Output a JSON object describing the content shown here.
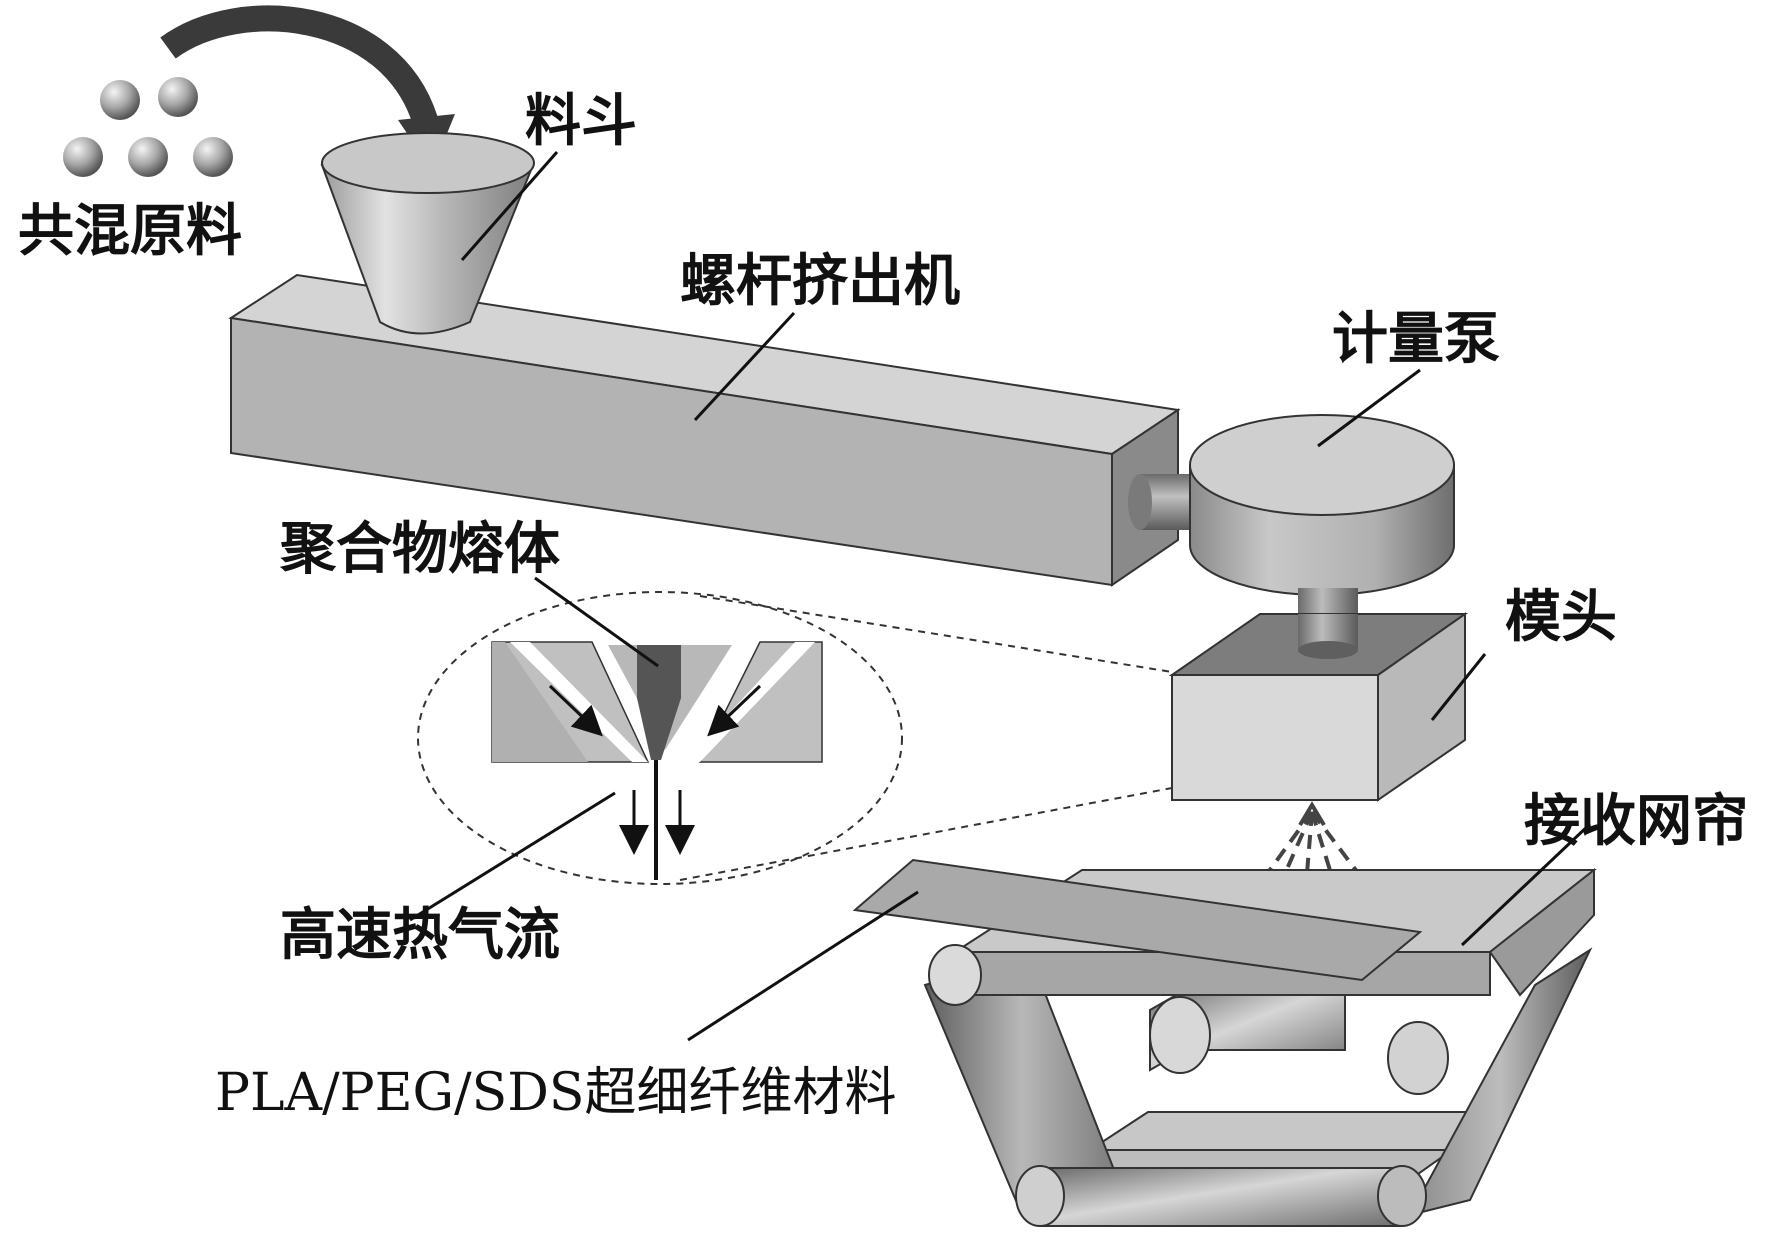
{
  "labels": {
    "blend_material": "共混原料",
    "hopper": "料斗",
    "screw_extruder": "螺杆挤出机",
    "metering_pump": "计量泵",
    "polymer_melt": "聚合物熔体",
    "die": "模头",
    "hot_air": "高速热气流",
    "collector": "接收网帘",
    "fiber_material": "PLA/PEG/SDS超细纤维材料"
  }
}
